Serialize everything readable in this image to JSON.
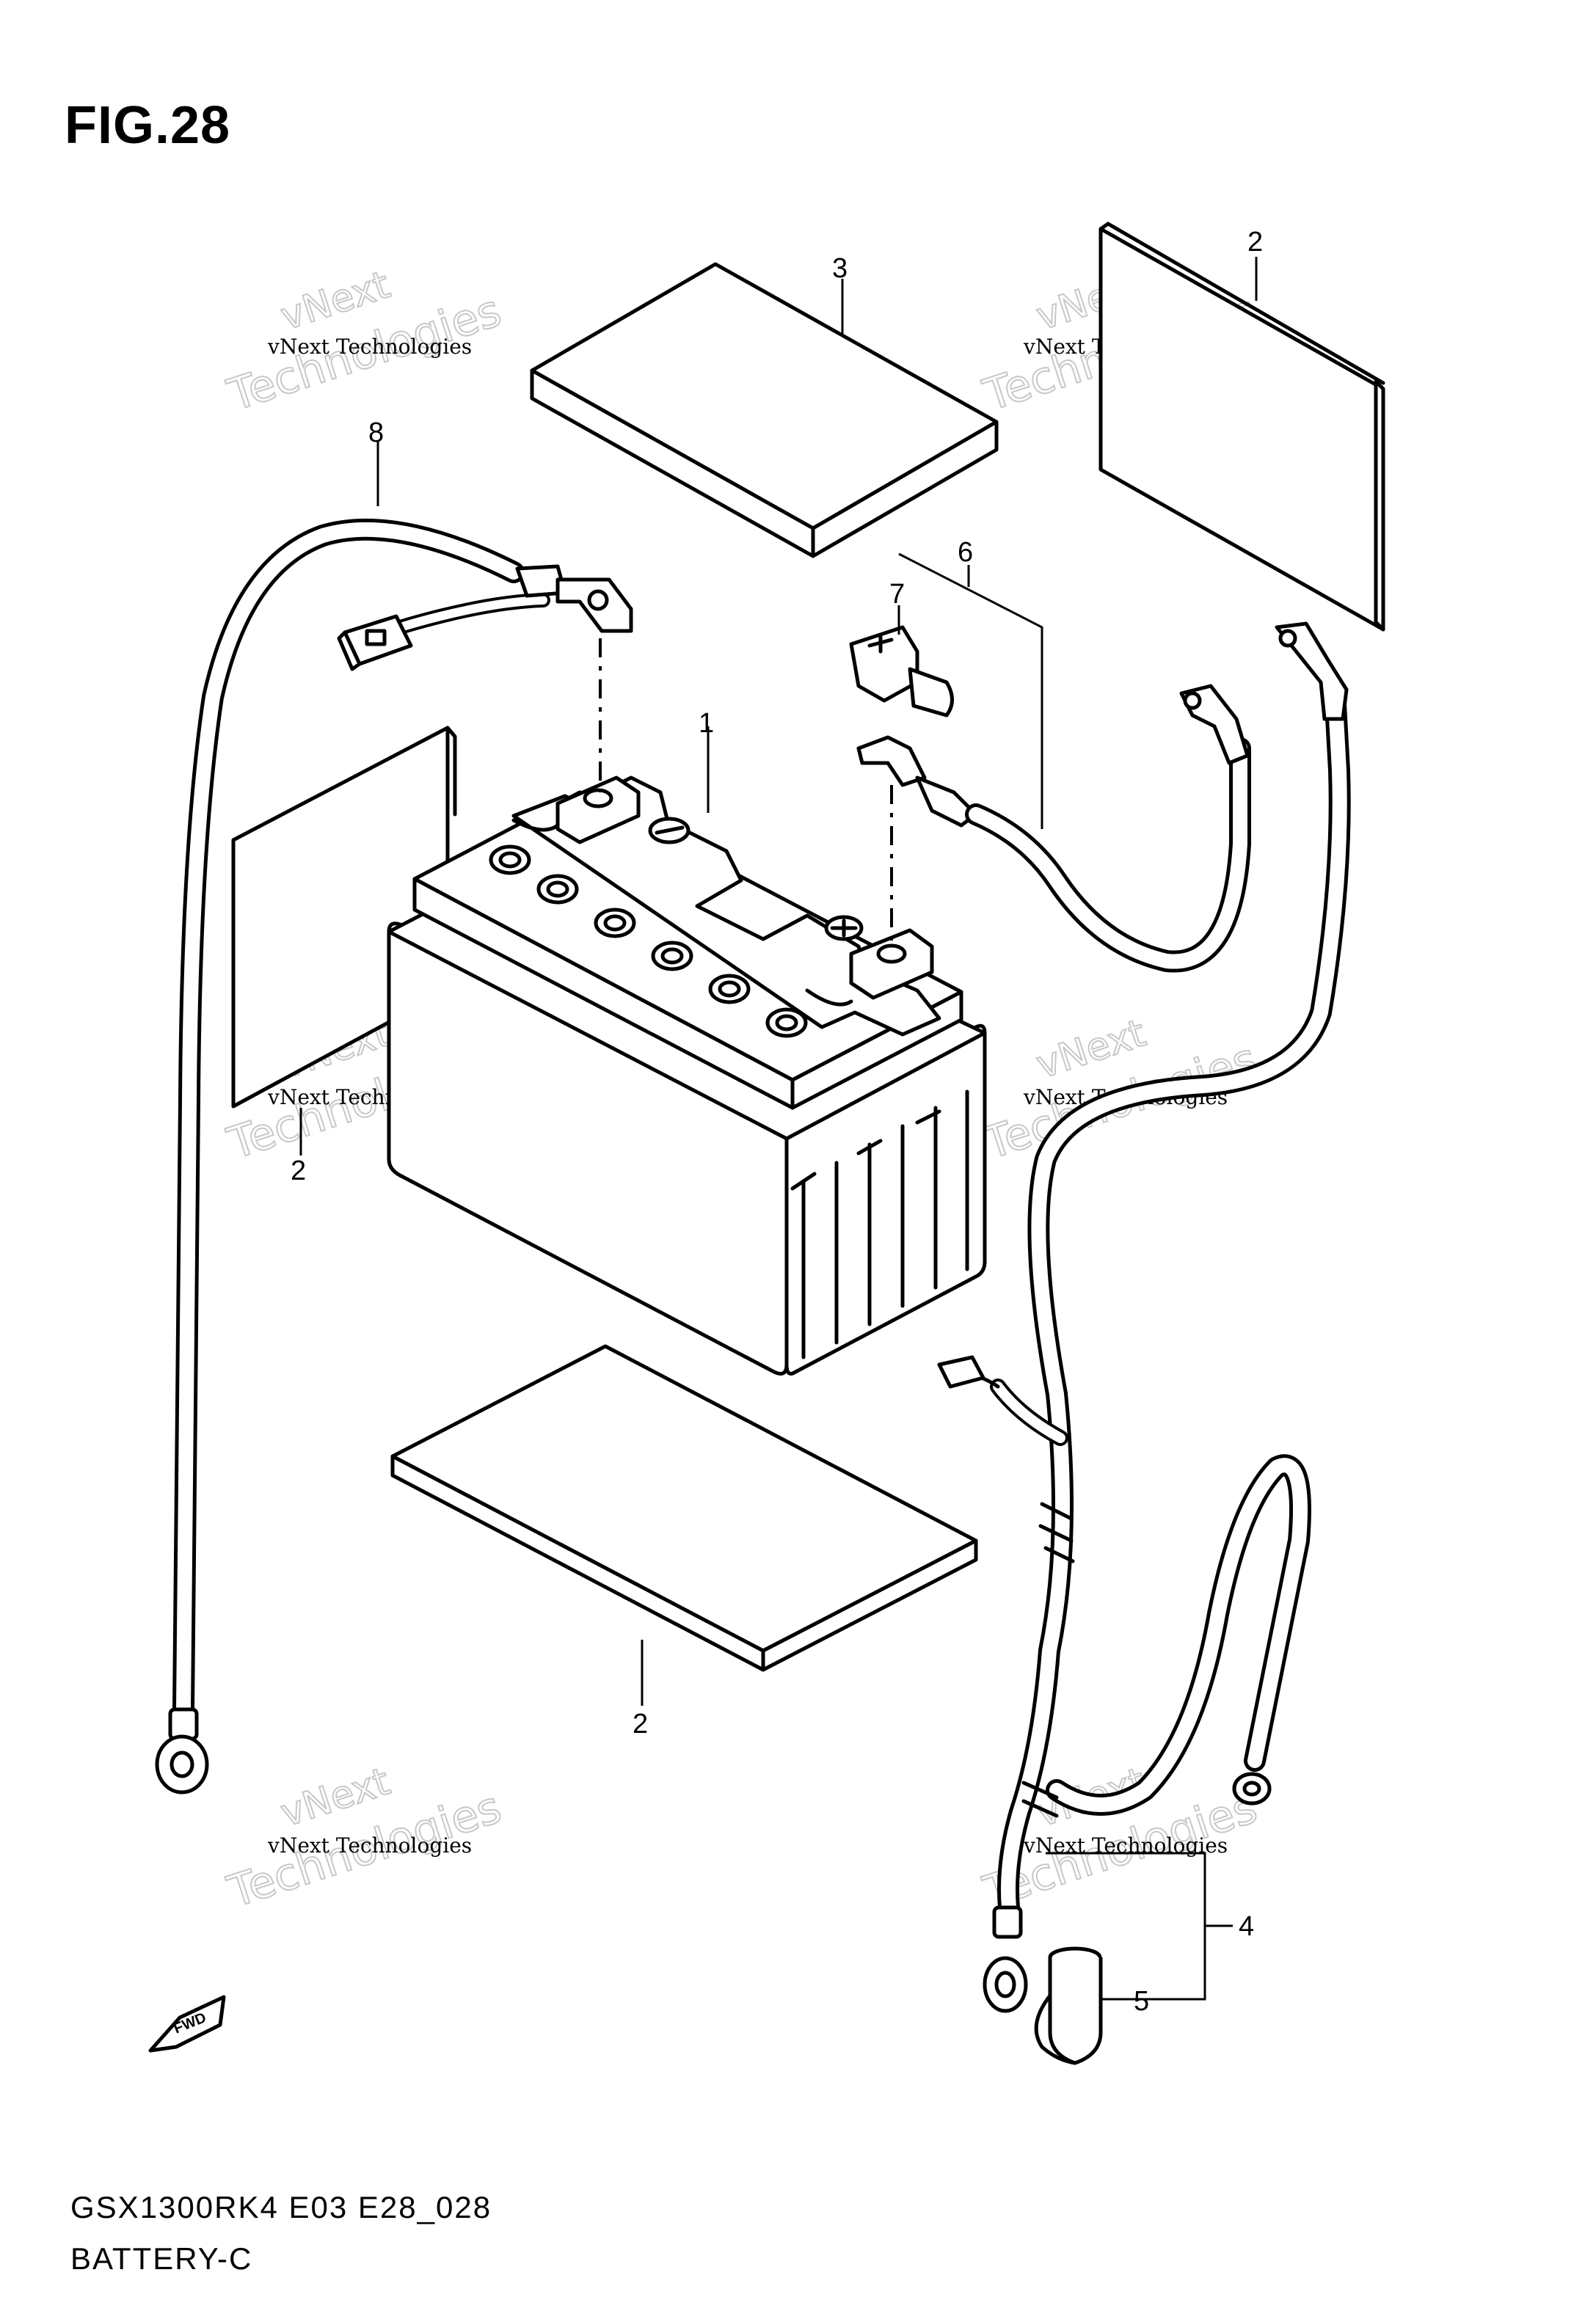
{
  "figure": {
    "title": "FIG.28",
    "model_code": "GSX1300RK4 E03 E28_028",
    "section_name": "BATTERY-C"
  },
  "callouts": [
    "1",
    "2",
    "3",
    "4",
    "5",
    "6",
    "7",
    "8"
  ],
  "fwd_badge": "FWD",
  "watermark": {
    "line1": "vNext Technologies",
    "line2": "Technologies",
    "line3": "vNext"
  }
}
